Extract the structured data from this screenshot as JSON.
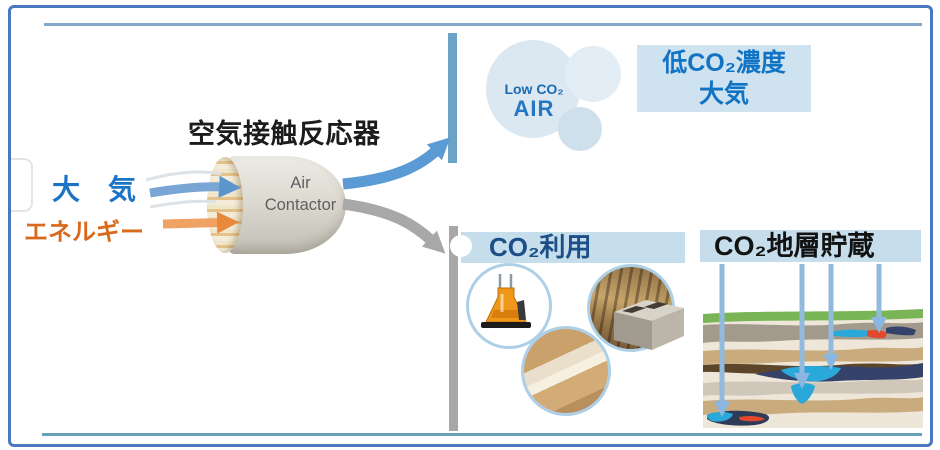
{
  "reactor": {
    "title": "空気接触反応器",
    "device_line1": "Air",
    "device_line2": "Contactor"
  },
  "inputs": {
    "air_label": "大　気",
    "energy_label": "エネルギー",
    "air_color": "#1b74c5",
    "energy_color": "#d96a1c"
  },
  "clean_air": {
    "bubble_line1": "Low CO₂",
    "bubble_line2": "AIR",
    "label_line1": "低CO₂濃度",
    "label_line2": "大気",
    "label_bg": "#cfe2f0",
    "text_color": "#1173c4"
  },
  "utilization": {
    "heading": "CO₂利用",
    "heading_color": "#1c4e87",
    "band_bg": "#c6ddec",
    "item_icons": [
      "chemical-flask",
      "concrete-block",
      "wood-boards"
    ]
  },
  "storage": {
    "heading": "CO₂地層貯蔵",
    "heading_color": "#121212",
    "band_bg": "#c6ddec"
  },
  "colors": {
    "frame_border": "#4a77c0",
    "top_rule": "#84a9cc",
    "bottom_rule": "#69a0b8",
    "clean_air_bar": "#6ba3c6",
    "captured_co2_bar": "#a7a7a7",
    "co2_arrow_blue": "#5b9bd5",
    "co2_arrow_gray": "#a8a8a8",
    "injection_arrow": "#92bade"
  }
}
